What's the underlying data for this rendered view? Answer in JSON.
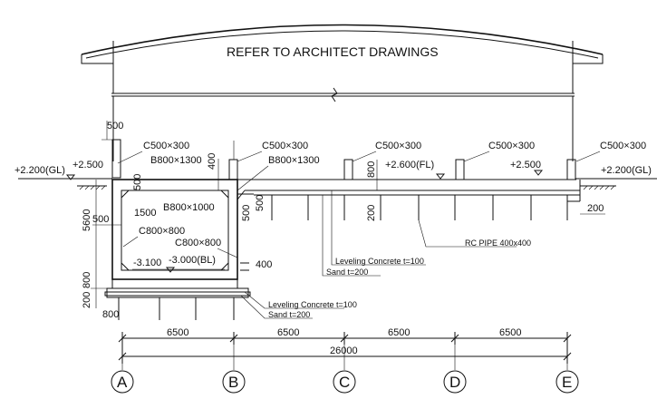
{
  "note": "REFER TO ARCHITECT DRAWINGS",
  "columns": [
    "C500×300",
    "C500×300",
    "C500×300",
    "C500×300",
    "C500×300"
  ],
  "beams": [
    "B800×1300",
    "B800×1300",
    "B800×1000"
  ],
  "walls": [
    "C800×800",
    "C800×800"
  ],
  "levels": {
    "gl_left": "+2.200(GL)",
    "gl_right": "+2.200(GL)",
    "l2500_left": "+2.500",
    "l2500_right": "+2.500",
    "fl": "+2.600(FL)",
    "bl": "-3.000(BL)",
    "pit": "-3.100"
  },
  "dims": {
    "d500a": "500",
    "d500b": "500",
    "d500c": "500",
    "d500d": "500",
    "d500e": "500",
    "d1500": "1500",
    "d5600": "5600",
    "d200a": "200",
    "d800a": "800",
    "d800b": "800",
    "d800c": "800",
    "d400a": "400",
    "d400b": "400",
    "d200b": "200",
    "d200c": "200"
  },
  "notes": {
    "lev1": "Leveling Concrete t=100",
    "sand1": "Sand t=200",
    "lev2": "Leveling Concrete t=100",
    "sand2": "Sand t=200",
    "pipe": "RC PIPE 400x400"
  },
  "spans": [
    "6500",
    "6500",
    "6500",
    "6500"
  ],
  "total_span": "26000",
  "axes": [
    "A",
    "B",
    "C",
    "D",
    "E"
  ]
}
